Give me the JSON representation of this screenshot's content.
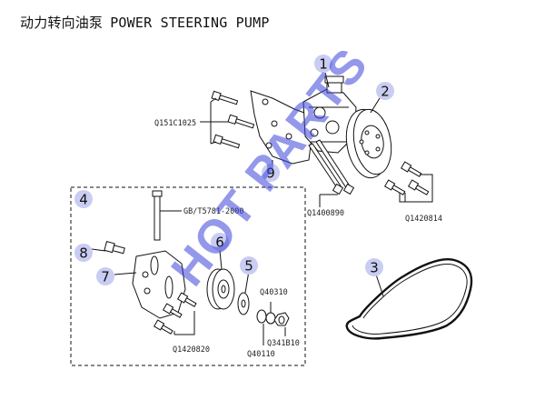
{
  "title": {
    "cn": "动力转向油泵",
    "en": "POWER STEERING PUMP"
  },
  "callouts": [
    "1",
    "2",
    "3",
    "4",
    "5",
    "6",
    "7",
    "8",
    "9"
  ],
  "codes": {
    "bolts_top": "Q151C1025",
    "long_bolt_top": "Q1400890",
    "bolts_right": "Q1420814",
    "stud": "GB/T5781-2000",
    "bolts_bottom": "Q1420820",
    "washer": "Q40310",
    "nut": "Q341B10",
    "washer2": "Q40110"
  },
  "watermark": "HOT PARTS",
  "colors": {
    "badge_fill": "#c9cdf2",
    "watermark": "#3a44d8",
    "line": "#111111"
  }
}
